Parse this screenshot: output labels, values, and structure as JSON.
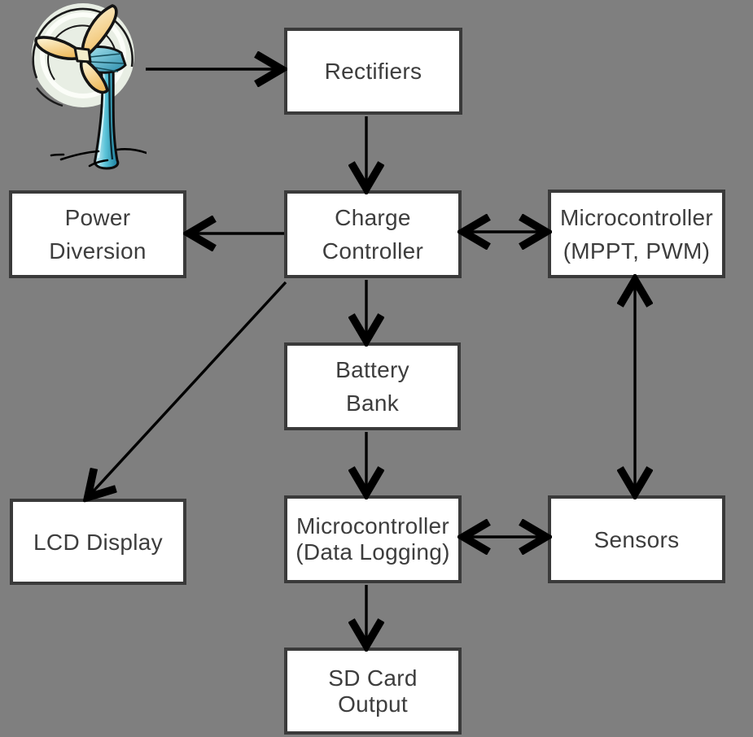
{
  "diagram": {
    "colors": {
      "background": "#7f7f7f",
      "box_fill": "#ffffff",
      "box_border": "#3a3a3a",
      "box_text": "#3d3d3d",
      "arrow": "#000000",
      "turbine_tower_teal": "#3fa9c4",
      "turbine_blade_cream": "#f7eecb",
      "turbine_blade_orange": "#f3c46f",
      "turbine_halo_sage": "#e8eee4"
    },
    "nodes": [
      {
        "id": "rectifiers",
        "lines": [
          "Rectifiers"
        ]
      },
      {
        "id": "charge-controller",
        "lines": [
          "Charge",
          "Controller"
        ]
      },
      {
        "id": "power-diversion",
        "lines": [
          "Power",
          "Diversion"
        ]
      },
      {
        "id": "microcontroller-mppt",
        "lines": [
          "Microcontroller",
          "(MPPT, PWM)"
        ]
      },
      {
        "id": "battery-bank",
        "lines": [
          "Battery",
          "Bank"
        ]
      },
      {
        "id": "lcd-display",
        "lines": [
          "LCD Display"
        ]
      },
      {
        "id": "microcontroller-data-logging",
        "lines": [
          "Microcontroller",
          "(Data Logging)"
        ]
      },
      {
        "id": "sensors",
        "lines": [
          "Sensors"
        ]
      },
      {
        "id": "sd-card-output",
        "lines": [
          "SD Card",
          "Output"
        ]
      }
    ],
    "edges": [
      {
        "from": "wind-turbine",
        "to": "rectifiers",
        "type": "arrow"
      },
      {
        "from": "rectifiers",
        "to": "charge-controller",
        "type": "arrow"
      },
      {
        "from": "charge-controller",
        "to": "power-diversion",
        "type": "arrow"
      },
      {
        "from": "charge-controller",
        "to": "microcontroller-mppt",
        "type": "double-arrow"
      },
      {
        "from": "charge-controller",
        "to": "battery-bank",
        "type": "arrow"
      },
      {
        "from": "charge-controller",
        "to": "lcd-display",
        "type": "arrow"
      },
      {
        "from": "microcontroller-mppt",
        "to": "sensors",
        "type": "double-arrow"
      },
      {
        "from": "battery-bank",
        "to": "microcontroller-data-logging",
        "type": "arrow"
      },
      {
        "from": "microcontroller-data-logging",
        "to": "sensors",
        "type": "double-arrow"
      },
      {
        "from": "microcontroller-data-logging",
        "to": "sd-card-output",
        "type": "arrow"
      }
    ]
  }
}
